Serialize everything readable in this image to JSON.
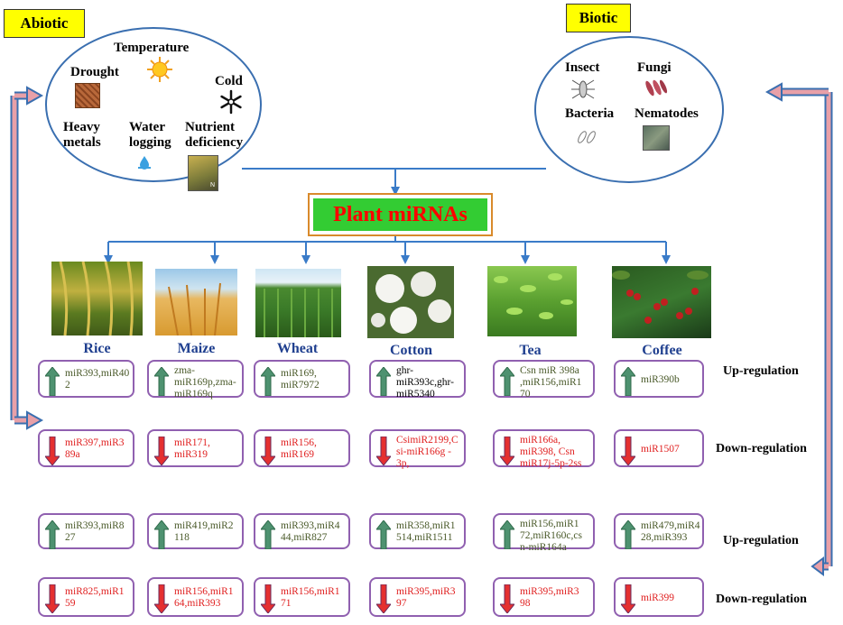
{
  "abiotic": {
    "tag": "Abiotic",
    "temperature": "Temperature",
    "drought": "Drought",
    "cold": "Cold",
    "heavy_line1": "Heavy",
    "heavy_line2": "metals",
    "water_line1": "Water",
    "water_line2": "logging",
    "nutrient_line1": "Nutrient",
    "nutrient_line2": "deficiency",
    "nutrient_mark": "N"
  },
  "biotic": {
    "tag": "Biotic",
    "insect": "Insect",
    "fungi": "Fungi",
    "bacteria": "Bacteria",
    "nematodes": "Nematodes"
  },
  "center_title": "Plant miRNAs",
  "crops": [
    "Rice",
    "Maize",
    "Wheat",
    "Cotton",
    "Tea",
    "Coffee"
  ],
  "regulation_labels": {
    "up": "Up-regulation",
    "down": "Down-regulation"
  },
  "groups": [
    {
      "up": [
        "miR393,miR40\n2",
        "zma-\nmiR169p,zma-\nmiR169q",
        "miR169,\nmiR7972",
        "ghr-\nmiR393c,ghr-\nmiR5340",
        "Csn miR 398a\n,miR156,miR1\n70",
        "miR390b"
      ],
      "down": [
        "miR397,miR3\n89a",
        "miR171,\nmiR319",
        "miR156,\nmiR169",
        "CsimiR2199,C\nsi-miR166g -\n3p,",
        "miR166a,\nmiR398, Csn\nmiR17j-5p-2ss",
        "miR1507"
      ]
    },
    {
      "up": [
        "miR393,miR8\n27",
        "miR419,miR2\n118",
        "miR393,miR4\n44,miR827",
        "miR358,miR1\n514,miR1511",
        "miR156,miR1\n72,miR160c,cs\nn-miR164a",
        "miR479,miR4\n28,miR393"
      ],
      "down": [
        "miR825,miR1\n59",
        "miR156,miR1\n64,miR393",
        "miR156,miR1\n71",
        "miR395,miR3\n97",
        "miR395,miR3\n98",
        "miR399"
      ]
    }
  ],
  "colors": {
    "up_arrow": "#4e9270",
    "down_arrow": "#e53030",
    "title_bg": "#33cc33",
    "title_text": "#ff0000",
    "connector": "#3a7bc8",
    "feedback_arrow": "#e8a0a8"
  },
  "icons": {
    "temperature": "sun-icon",
    "cold": "snowflake-icon",
    "water": "water-drop-icon"
  }
}
